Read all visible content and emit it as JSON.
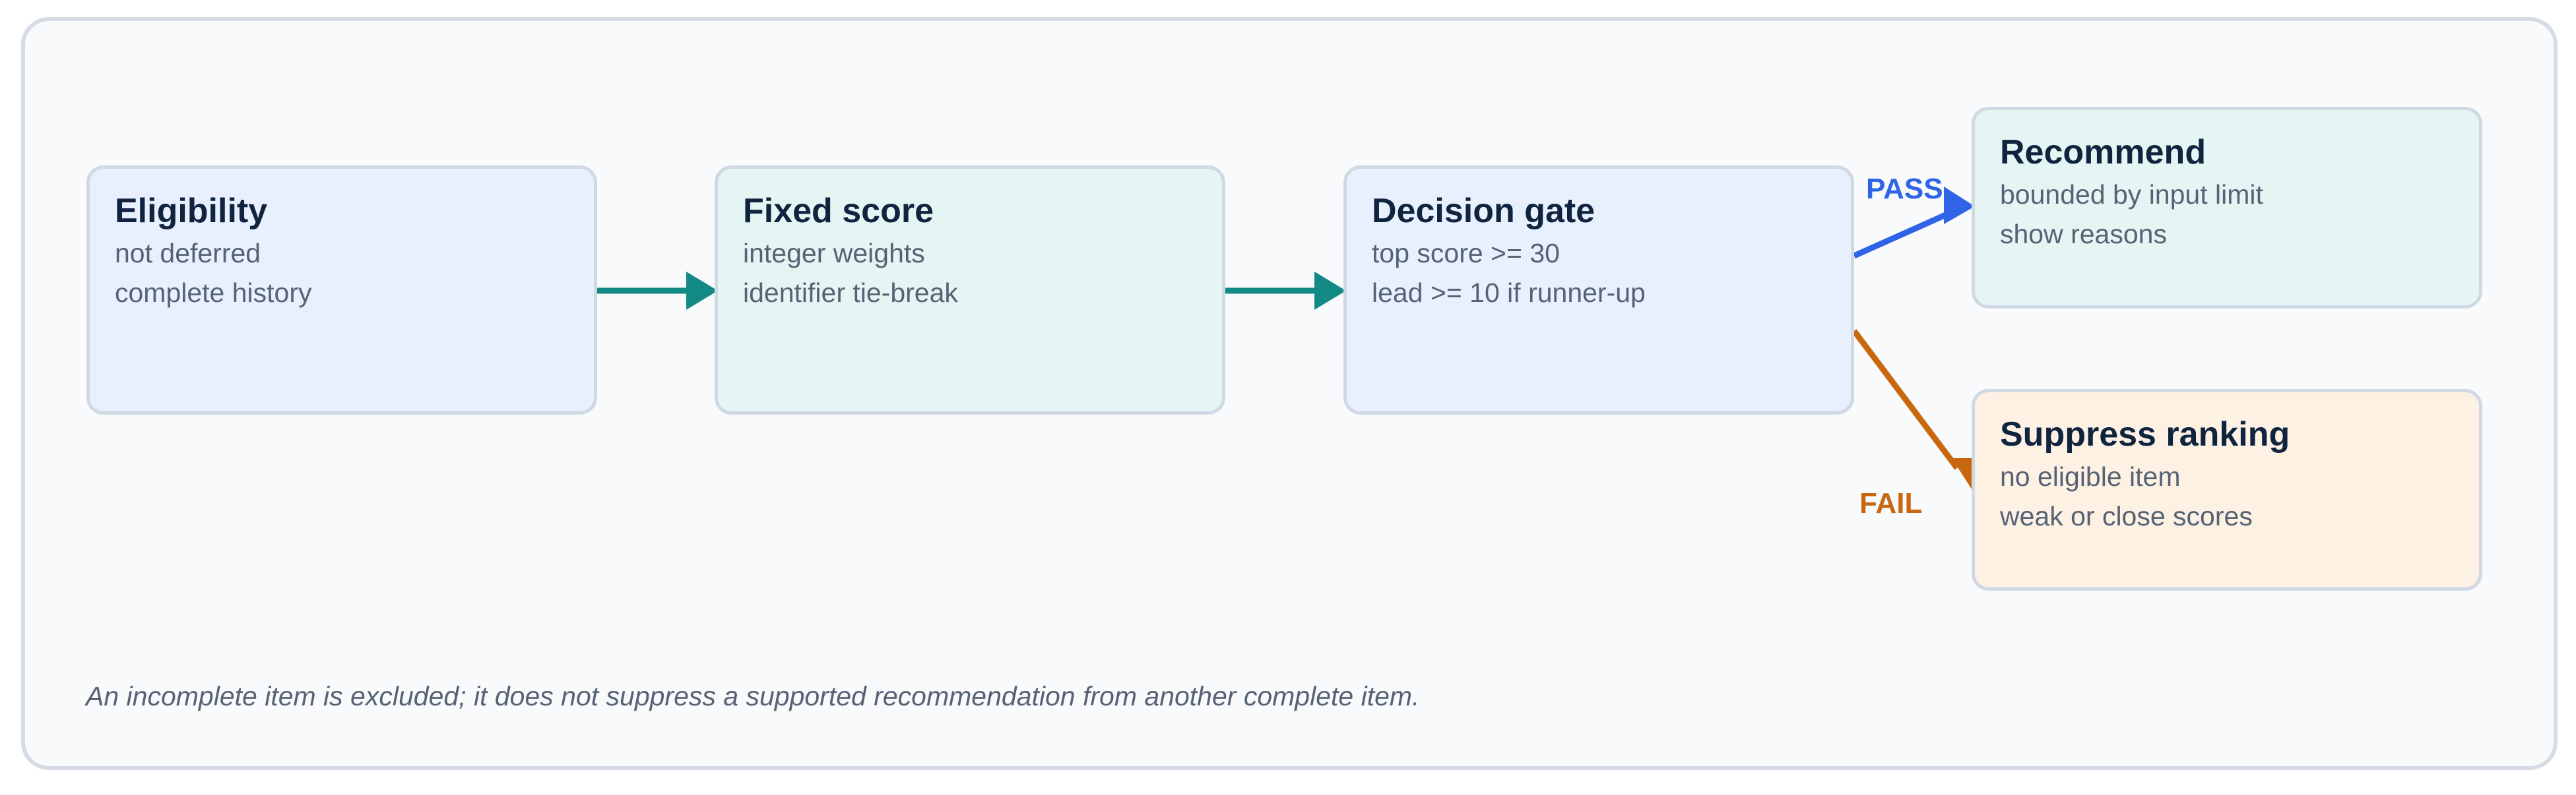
{
  "colors": {
    "flow_arrow": "#148a86",
    "pass_arrow": "#2f63e8",
    "fail_arrow": "#c8670f",
    "blue_box_fill": "#e8f0fe",
    "teal_box_fill": "#e5f5f3",
    "orange_box_fill": "#fdf1e3",
    "box_border": "#cfd8e3",
    "title_text": "#10243f",
    "body_text": "#566375"
  },
  "nodes": {
    "eligibility": {
      "title": "Eligibility",
      "lines": [
        "not deferred",
        "complete history"
      ]
    },
    "fixed_score": {
      "title": "Fixed score",
      "lines": [
        "integer weights",
        "identifier tie-break"
      ]
    },
    "decision_gate": {
      "title": "Decision gate",
      "lines": [
        "top score >= 30",
        "lead >= 10 if runner-up"
      ]
    },
    "recommend": {
      "title": "Recommend",
      "lines": [
        "bounded by input limit",
        "show reasons"
      ]
    },
    "suppress_ranking": {
      "title": "Suppress ranking",
      "lines": [
        "no eligible item",
        "weak or close scores"
      ]
    }
  },
  "edges": {
    "pass_label": "PASS",
    "fail_label": "FAIL"
  },
  "footnote": "An incomplete item is excluded; it does not suppress a supported recommendation from another complete item."
}
